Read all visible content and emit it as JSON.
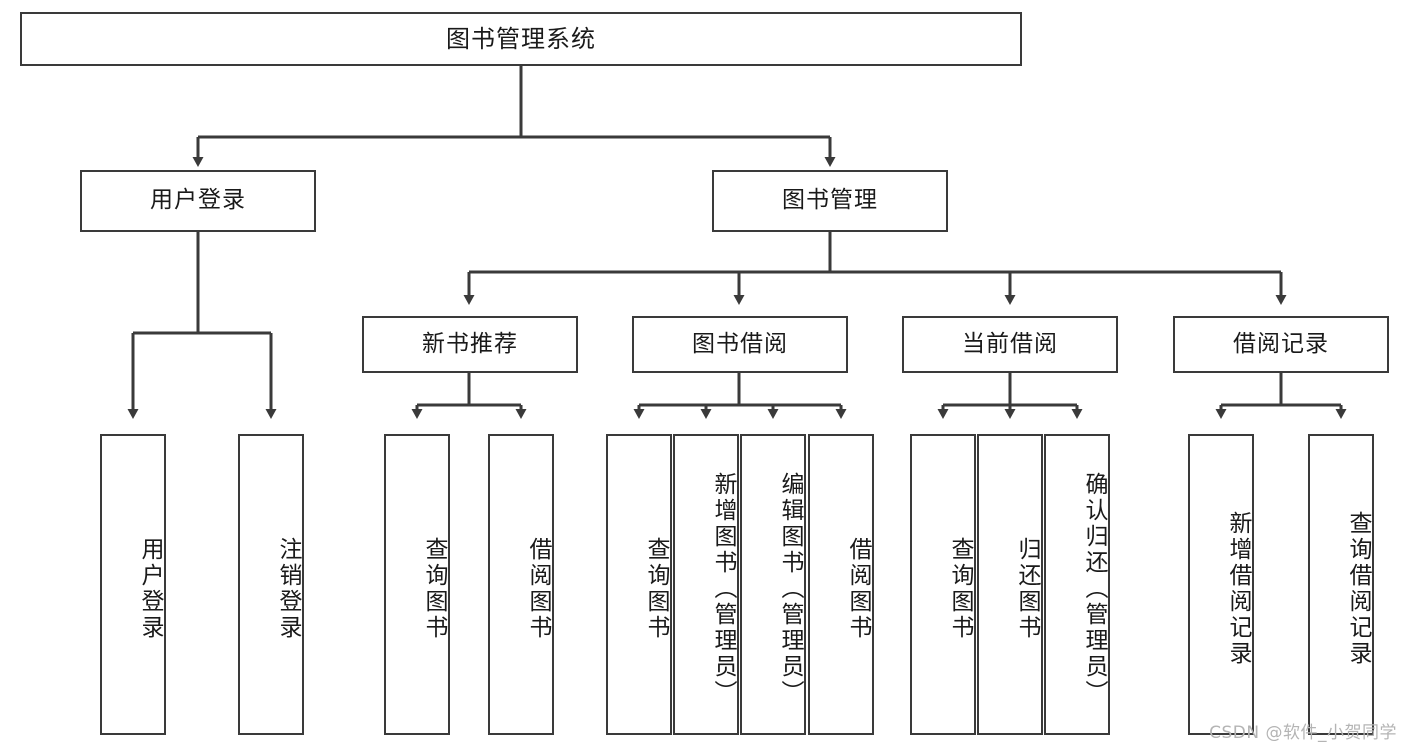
{
  "diagram": {
    "title": "图书管理系统",
    "root": {
      "label": "图书管理系统"
    },
    "level1": [
      {
        "label": "用户登录"
      },
      {
        "label": "图书管理"
      }
    ],
    "level2": [
      {
        "label": "新书推荐"
      },
      {
        "label": "图书借阅"
      },
      {
        "label": "当前借阅"
      },
      {
        "label": "借阅记录"
      }
    ],
    "leaves": {
      "user_login": [
        {
          "label": "用户登录"
        },
        {
          "label": "注销登录"
        }
      ],
      "new_book": [
        {
          "label": "查询图书"
        },
        {
          "label": "借阅图书"
        }
      ],
      "book_borrow": [
        {
          "label": "查询图书"
        },
        {
          "label": "新增图书（管理员）"
        },
        {
          "label": "编辑图书（管理员）"
        },
        {
          "label": "借阅图书"
        }
      ],
      "current_borrow": [
        {
          "label": "查询图书"
        },
        {
          "label": "归还图书"
        },
        {
          "label": "确认归还（管理员）"
        }
      ],
      "borrow_record": [
        {
          "label": "新增借阅记录"
        },
        {
          "label": "查询借阅记录"
        }
      ]
    }
  },
  "watermark": {
    "text": "CSDN @软件_小贺同学"
  },
  "colors": {
    "stroke": "#3a3a3a",
    "background": "#ffffff",
    "text": "#1a1a1a",
    "watermark": "#b4b4b4"
  }
}
